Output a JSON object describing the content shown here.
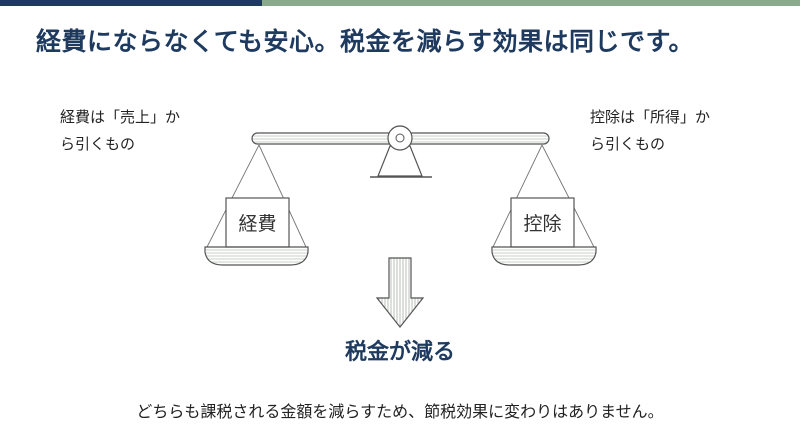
{
  "colors": {
    "navy": "#1f3a5f",
    "green": "#8aaa8c"
  },
  "title": "経費にならなくても安心。税金を減らす効果は同じです。",
  "left_note": {
    "line1": "経費は「売上」か",
    "line2": "ら引くもの"
  },
  "right_note": {
    "line1": "控除は「所得」か",
    "line2": "ら引くもの"
  },
  "scale": {
    "left_box": "経費",
    "right_box": "控除"
  },
  "result": "税金が減る",
  "footer": "どちらも課税される金額を減らすため、節税効果に変わりはありません。"
}
